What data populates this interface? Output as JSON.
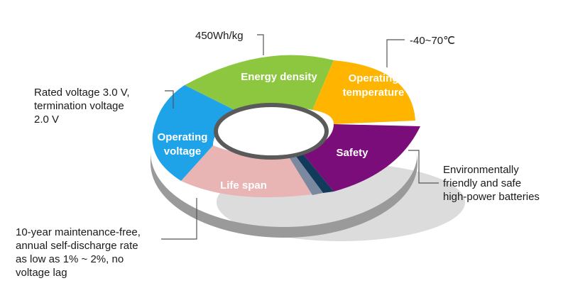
{
  "segments": [
    {
      "id": "energy-density",
      "label_lines": [
        "Energy density"
      ],
      "color": "#8dc63f"
    },
    {
      "id": "operating-temperature",
      "label_lines": [
        "Operating",
        "temperature"
      ],
      "color": "#ffb400"
    },
    {
      "id": "safety",
      "label_lines": [
        "Safety"
      ],
      "color": "#7a0d7a"
    },
    {
      "id": "life-span",
      "label_lines": [
        "Life span"
      ],
      "color": "#e8b4b4"
    },
    {
      "id": "operating-voltage",
      "label_lines": [
        "Operating",
        "voltage"
      ],
      "color": "#1ea3e8"
    }
  ],
  "notes": {
    "energy_density": "450Wh/kg",
    "operating_temperature": "-40~70℃",
    "operating_voltage": "Rated voltage 3.0 V,\ntermination voltage\n2.0 V",
    "safety": "Environmentally\nfriendly and safe\nhigh-power batteries",
    "life_span": "10-year maintenance-free,\nannual self-discharge rate\nas low as 1% ~ 2%, no\nvoltage lag"
  }
}
